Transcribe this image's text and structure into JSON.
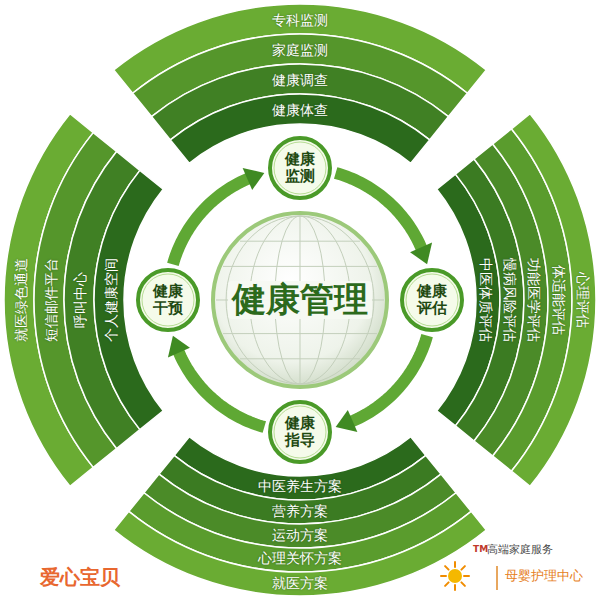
{
  "diagram": {
    "nodes": [
      {
        "text": [
          "专科监测"
        ]
      },
      {
        "text": [
          "家庭监测"
        ]
      },
      {
        "text": [
          "健康调查"
        ]
      },
      {
        "text": [
          "健康体查"
        ]
      },
      {
        "text": [
          "健康 监测"
        ]
      },
      {
        "text": [
          "就医绿色通道"
        ]
      },
      {
        "text": [
          "短信邮件平台"
        ]
      },
      {
        "text": [
          "呼叫中心"
        ]
      },
      {
        "text": [
          "个人健康空间"
        ]
      },
      {
        "text": [
          "健康 干预"
        ]
      },
      {
        "text": [
          "健康管理"
        ]
      },
      {
        "text": [
          "健康 评估"
        ]
      },
      {
        "text": [
          "中医体质评估"
        ]
      },
      {
        "text": [
          "慢病风险评估"
        ]
      },
      {
        "text": [
          "功能医学评估"
        ]
      },
      {
        "text": [
          "体适能评估"
        ]
      },
      {
        "text": [
          "心理评估"
        ]
      },
      {
        "text": [
          "健康 指导"
        ]
      },
      {
        "text": [
          "中医养生方案"
        ]
      },
      {
        "text": [
          "营养方案"
        ]
      },
      {
        "text": [
          "运动方案"
        ]
      },
      {
        "text": [
          "心理关怀方案"
        ]
      },
      {
        "text": [
          "就医方案"
        ]
      }
    ],
    "edges": [
      {
        "from": 4,
        "to": 11,
        "arrow": "to"
      },
      {
        "from": 11,
        "to": 17,
        "arrow": "to"
      },
      {
        "from": 17,
        "to": 9,
        "arrow": "to"
      },
      {
        "from": 9,
        "to": 4,
        "arrow": "to"
      }
    ],
    "labels": [
      "爱心宝贝",
      "TM",
      "高端家庭服务",
      "母婴护理中心"
    ]
  }
}
